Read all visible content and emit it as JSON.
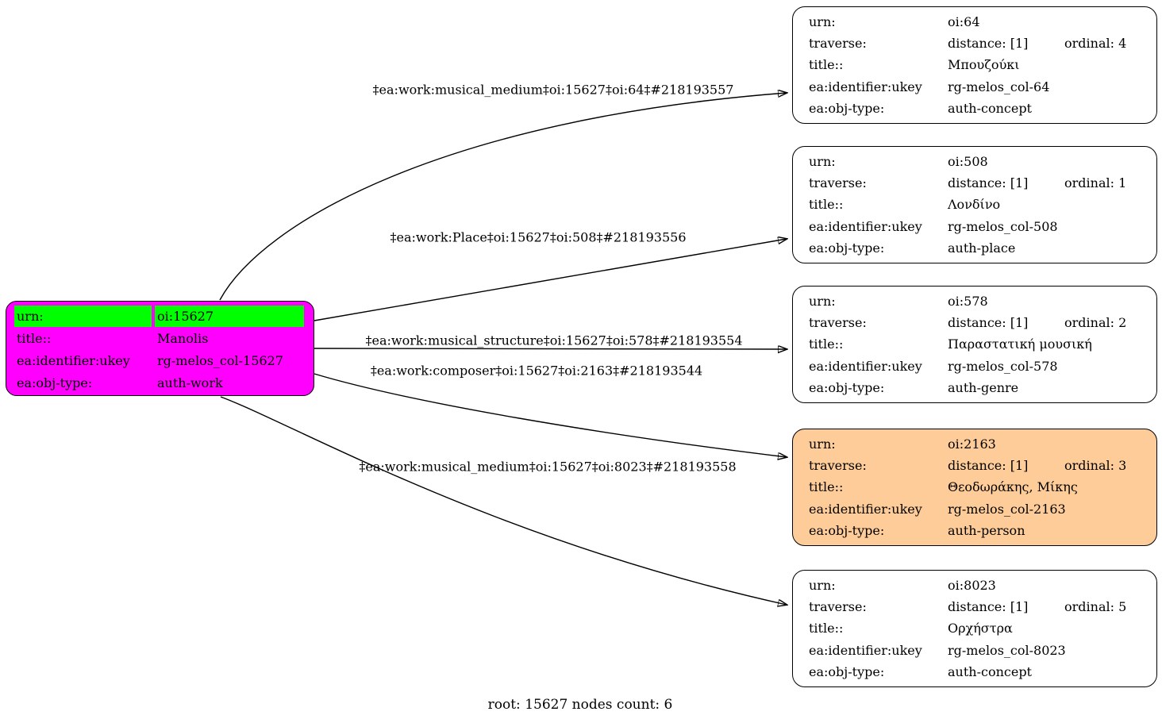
{
  "caption": "root: 15627 nodes count: 6",
  "colors": {
    "root_fill": "#FF00FF",
    "highlight_fill": "#00FF00",
    "person_fill": "#FECC98",
    "node_fill": "#FFFFFF",
    "edge_color": "#000000"
  },
  "root": {
    "urn_label": "urn:",
    "urn_value": "oi:15627",
    "title_label": "title::",
    "title_value": "Manolis",
    "identifier_label": "ea:identifier:ukey",
    "identifier_value": "rg-melos_col-15627",
    "objtype_label": "ea:obj-type:",
    "objtype_value": "auth-work"
  },
  "nodes": [
    {
      "urn_label": "urn:",
      "urn_value": "oi:64",
      "traverse_label": "traverse:",
      "distance": "distance: [1]",
      "ordinal": "ordinal: 4",
      "title_label": "title::",
      "title_value": "Μπουζούκι",
      "identifier_label": "ea:identifier:ukey",
      "identifier_value": "rg-melos_col-64",
      "objtype_label": "ea:obj-type:",
      "objtype_value": "auth-concept"
    },
    {
      "urn_label": "urn:",
      "urn_value": "oi:508",
      "traverse_label": "traverse:",
      "distance": "distance: [1]",
      "ordinal": "ordinal: 1",
      "title_label": "title::",
      "title_value": "Λονδίνο",
      "identifier_label": "ea:identifier:ukey",
      "identifier_value": "rg-melos_col-508",
      "objtype_label": "ea:obj-type:",
      "objtype_value": "auth-place"
    },
    {
      "urn_label": "urn:",
      "urn_value": "oi:578",
      "traverse_label": "traverse:",
      "distance": "distance: [1]",
      "ordinal": "ordinal: 2",
      "title_label": "title::",
      "title_value": "Παραστατική μουσική",
      "identifier_label": "ea:identifier:ukey",
      "identifier_value": "rg-melos_col-578",
      "objtype_label": "ea:obj-type:",
      "objtype_value": "auth-genre"
    },
    {
      "urn_label": "urn:",
      "urn_value": "oi:2163",
      "traverse_label": "traverse:",
      "distance": "distance: [1]",
      "ordinal": "ordinal: 3",
      "title_label": "title::",
      "title_value": "Θεοδωράκης, Μίκης",
      "identifier_label": "ea:identifier:ukey",
      "identifier_value": "rg-melos_col-2163",
      "objtype_label": "ea:obj-type:",
      "objtype_value": "auth-person"
    },
    {
      "urn_label": "urn:",
      "urn_value": "oi:8023",
      "traverse_label": "traverse:",
      "distance": "distance: [1]",
      "ordinal": "ordinal: 5",
      "title_label": "title::",
      "title_value": "Ορχήστρα",
      "identifier_label": "ea:identifier:ukey",
      "identifier_value": "rg-melos_col-8023",
      "objtype_label": "ea:obj-type:",
      "objtype_value": "auth-concept"
    }
  ],
  "edges": [
    {
      "label": "‡ea:work:musical_medium‡oi:15627‡oi:64‡#218193557"
    },
    {
      "label": "‡ea:work:Place‡oi:15627‡oi:508‡#218193556"
    },
    {
      "label": "‡ea:work:musical_structure‡oi:15627‡oi:578‡#218193554"
    },
    {
      "label": "‡ea:work:composer‡oi:15627‡oi:2163‡#218193544"
    },
    {
      "label": "‡ea:work:musical_medium‡oi:15627‡oi:8023‡#218193558"
    }
  ]
}
